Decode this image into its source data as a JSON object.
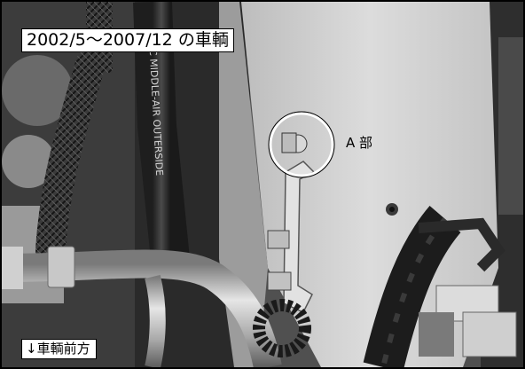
{
  "labels": {
    "date_range": "2002/5〜2007/12 の車輌",
    "callout": "A 部",
    "direction": "↓車輌前方"
  },
  "hose_text": "PAC MIDDLE-AIR OUTERSIDE",
  "colors": {
    "frame": "#000000",
    "label_background": "#ffffff",
    "callout_circle": "#ffffff"
  }
}
